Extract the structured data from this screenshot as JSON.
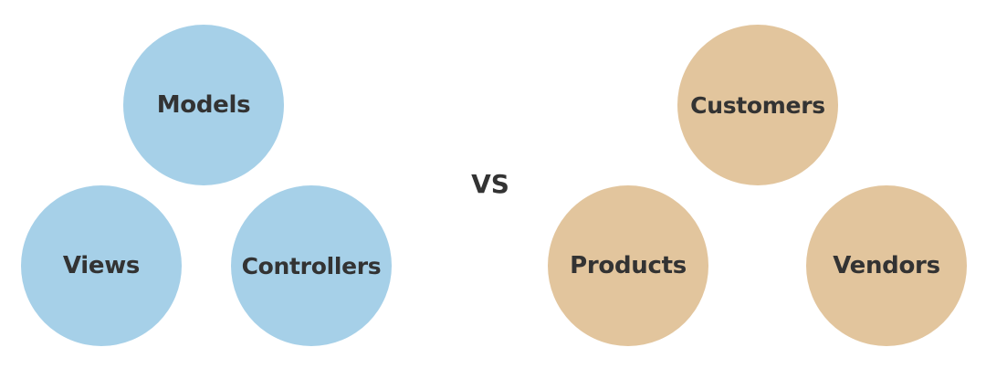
{
  "left_group": {
    "color": "#a6d0e8",
    "items": [
      "Models",
      "Views",
      "Controllers"
    ]
  },
  "separator": "VS",
  "right_group": {
    "color": "#e2c59d",
    "items": [
      "Customers",
      "Products",
      "Vendors"
    ]
  }
}
